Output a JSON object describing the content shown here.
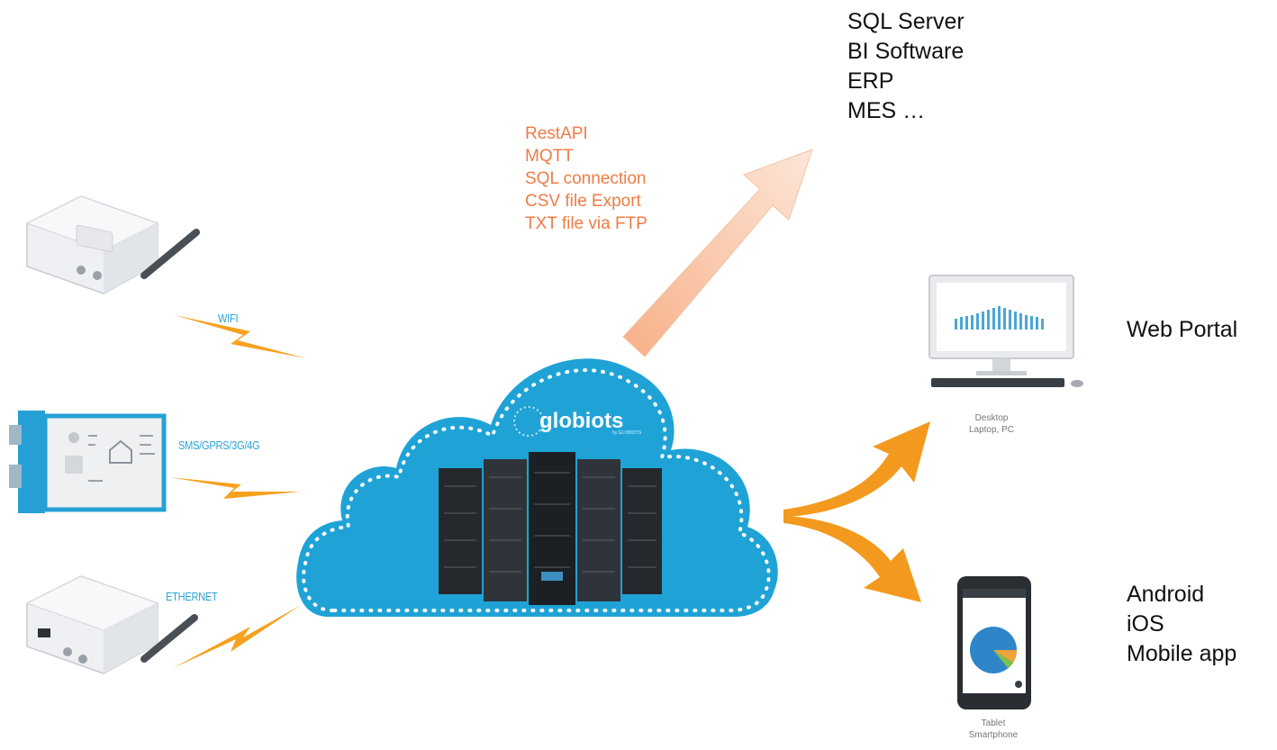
{
  "protocols": [
    "RestAPI",
    "MQTT",
    "SQL connection",
    "CSV file Export",
    "TXT file via FTP"
  ],
  "external_systems": [
    "SQL Server",
    "BI Software",
    "ERP",
    "MES …"
  ],
  "connections": {
    "wifi": "WIFI",
    "cellular": "SMS/GPRS/3G/4G",
    "ethernet": "ETHERNET"
  },
  "cloud": {
    "brand": "globiots",
    "brand_sub": "by GLOBIOTS"
  },
  "outputs": {
    "web_portal": "Web Portal",
    "desktop_caption_1": "Desktop",
    "desktop_caption_2": "Laptop, PC",
    "mobile": [
      "Android",
      "iOS",
      "Mobile app"
    ],
    "tablet_caption_1": "Tablet",
    "tablet_caption_2": "Smartphone"
  },
  "colors": {
    "cloud": "#1fa3d6",
    "protocol_text": "#ef7b45",
    "connection_text": "#2aa4d6",
    "arrow_orange": "#f39a1e",
    "lightning": "#f6a11f"
  }
}
